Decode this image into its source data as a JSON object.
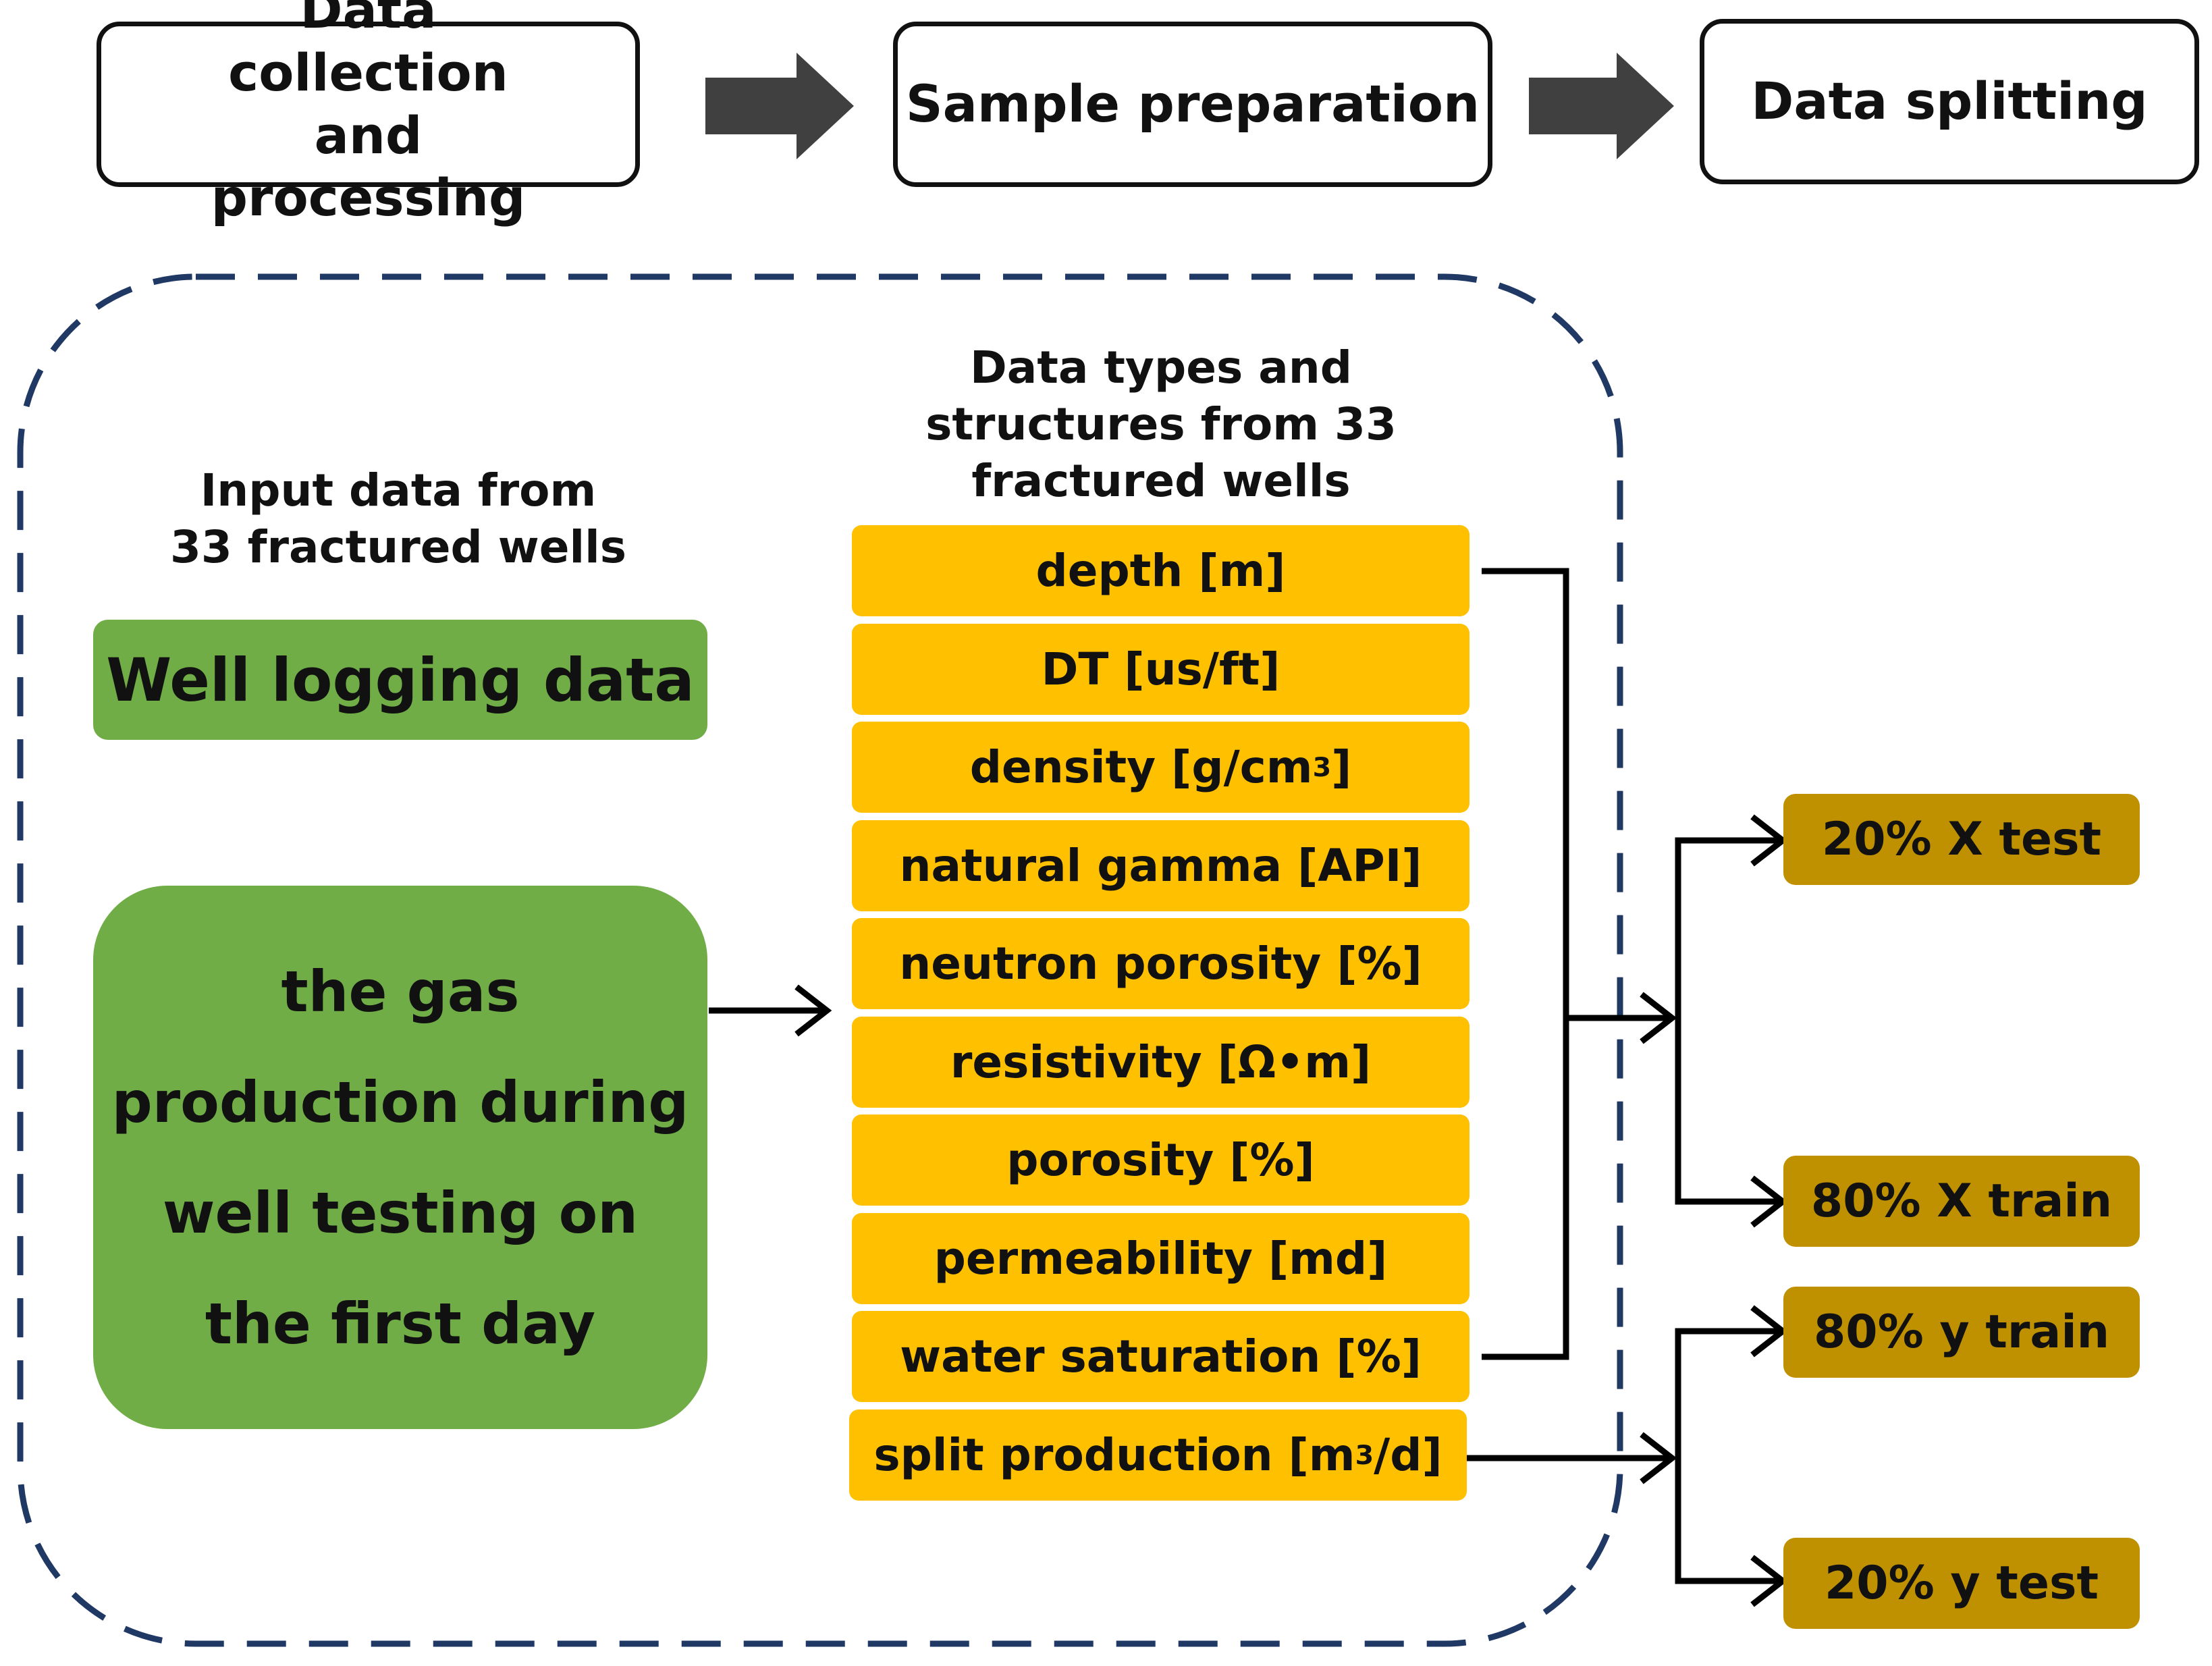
{
  "stages": [
    {
      "label": "Data collection and processing"
    },
    {
      "label": "Sample preparation"
    },
    {
      "label": "Data splitting"
    }
  ],
  "input_panel": {
    "heading": "Input data from 33 fractured wells",
    "well_logging": "Well logging data",
    "gas_production": "the gas production during well testing on the first day"
  },
  "data_types": {
    "heading": "Data types and structures from 33 fractured wells",
    "items": [
      {
        "name": "depth",
        "unit": "[m]"
      },
      {
        "name": "DT",
        "unit": "[us/ft]"
      },
      {
        "name": "density",
        "unit": "[g/cm",
        "sup": "3",
        "unit_end": "]"
      },
      {
        "name": "natural gamma",
        "unit": "[API]"
      },
      {
        "name": "neutron porosity",
        "unit": "[%]"
      },
      {
        "name": "resistivity",
        "unit": "[Ω•m]"
      },
      {
        "name": "porosity",
        "unit": "[%]"
      },
      {
        "name": "permeability",
        "unit": "[md]"
      },
      {
        "name": "water saturation",
        "unit": "[%]"
      },
      {
        "name": "split production",
        "unit": "[m",
        "sup": "3",
        "unit_end": "/d]"
      }
    ]
  },
  "splits": {
    "x_test": "20% X test",
    "x_train": "80% X train",
    "y_train": "80% y train",
    "y_test": "20% y test"
  },
  "colors": {
    "green": "#70ad47",
    "yellow": "#ffc000",
    "gold": "#bf9000",
    "dash": "#1f3864",
    "stage_arrow": "#404040"
  }
}
